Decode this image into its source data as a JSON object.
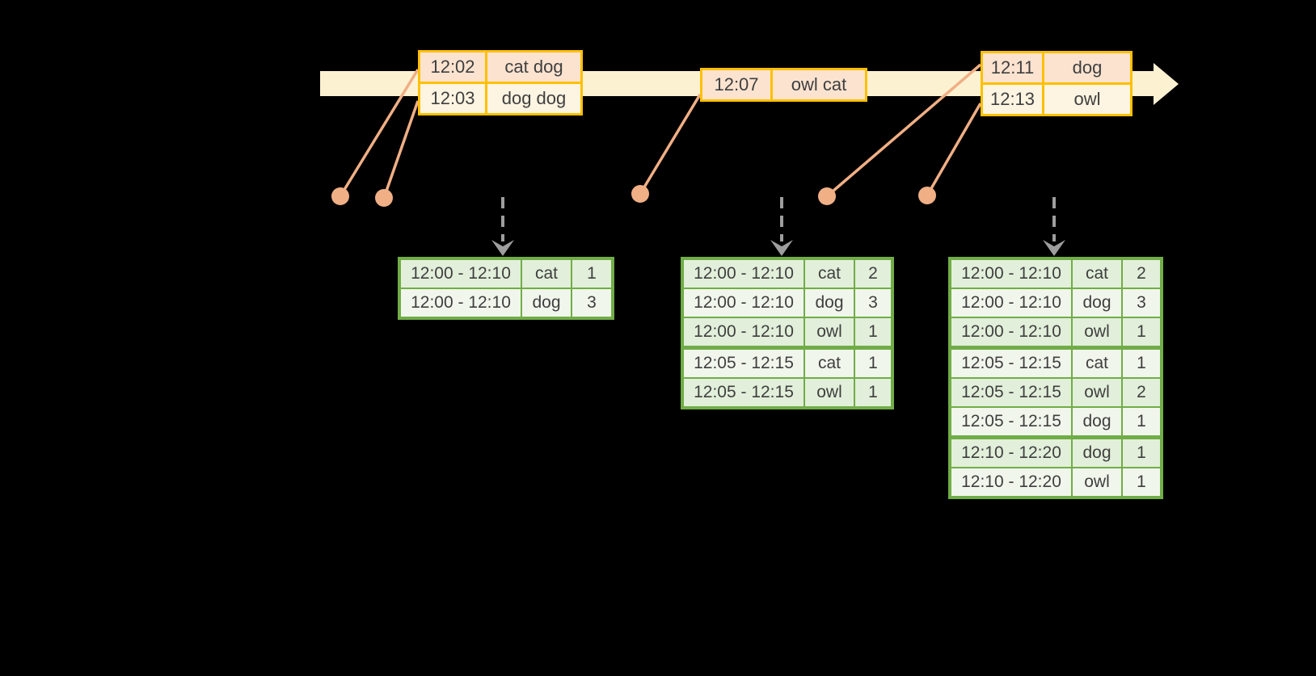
{
  "colors": {
    "background": "#000000",
    "timeline-fill": "#FCF2D2",
    "event-border": "#FFC000",
    "event-row-peach": "#FBE3D0",
    "event-row-cream": "#FDF4E1",
    "connector-orange": "#F0AF85",
    "table-border": "#70AD47",
    "table-row-green": "#E2EFDA",
    "table-row-white": "#F1F6EC",
    "arrow-gray": "#9E9E9E",
    "text-dark": "#3F3F3F"
  },
  "timeline": {
    "event_groups": [
      {
        "rows": [
          {
            "time": "12:02",
            "words": "cat dog"
          },
          {
            "time": "12:03",
            "words": "dog dog"
          }
        ]
      },
      {
        "rows": [
          {
            "time": "12:07",
            "words": "owl cat"
          }
        ]
      },
      {
        "rows": [
          {
            "time": "12:11",
            "words": "dog"
          },
          {
            "time": "12:13",
            "words": "owl"
          }
        ]
      }
    ]
  },
  "result_tables": [
    {
      "rows": [
        {
          "window": "12:00 - 12:10",
          "word": "cat",
          "count": "1"
        },
        {
          "window": "12:00 - 12:10",
          "word": "dog",
          "count": "3"
        }
      ]
    },
    {
      "rows": [
        {
          "window": "12:00 - 12:10",
          "word": "cat",
          "count": "2"
        },
        {
          "window": "12:00 - 12:10",
          "word": "dog",
          "count": "3"
        },
        {
          "window": "12:00 - 12:10",
          "word": "owl",
          "count": "1"
        },
        {
          "window": "12:05 - 12:15",
          "word": "cat",
          "count": "1"
        },
        {
          "window": "12:05 - 12:15",
          "word": "owl",
          "count": "1"
        }
      ]
    },
    {
      "rows": [
        {
          "window": "12:00 - 12:10",
          "word": "cat",
          "count": "2"
        },
        {
          "window": "12:00 - 12:10",
          "word": "dog",
          "count": "3"
        },
        {
          "window": "12:00 - 12:10",
          "word": "owl",
          "count": "1"
        },
        {
          "window": "12:05 - 12:15",
          "word": "cat",
          "count": "1"
        },
        {
          "window": "12:05 - 12:15",
          "word": "owl",
          "count": "2"
        },
        {
          "window": "12:05 - 12:15",
          "word": "dog",
          "count": "1"
        },
        {
          "window": "12:10 - 12:20",
          "word": "dog",
          "count": "1"
        },
        {
          "window": "12:10 - 12:20",
          "word": "owl",
          "count": "1"
        }
      ]
    }
  ]
}
